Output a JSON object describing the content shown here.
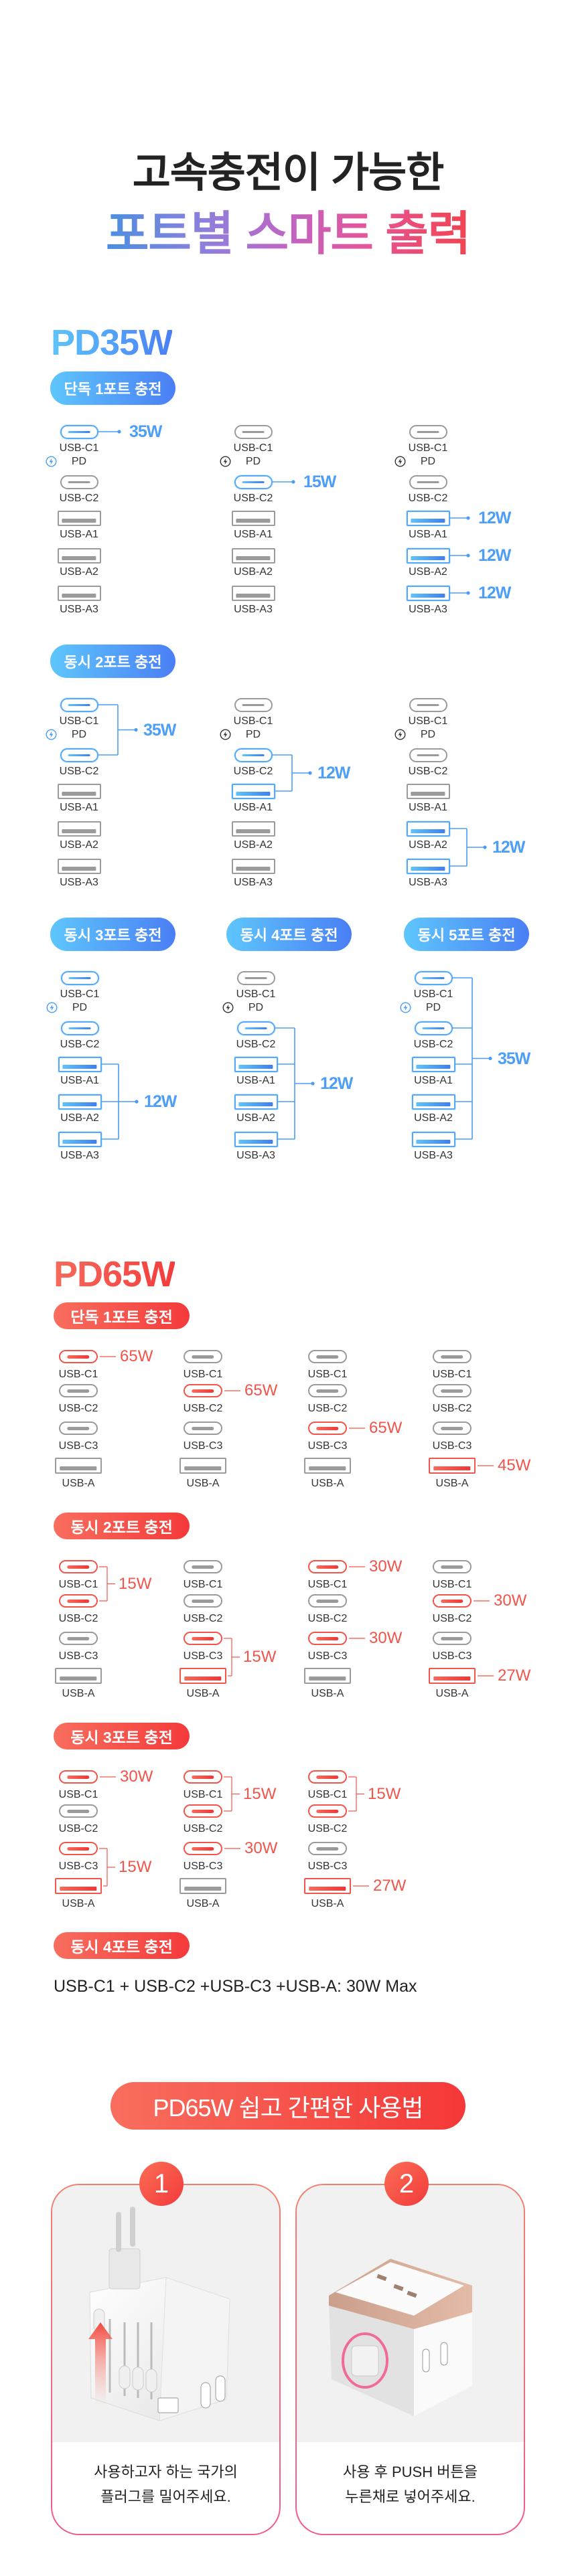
{
  "title": {
    "line1": "고속충전이 가능한",
    "line2": "포트별 스마트 출력"
  },
  "colors": {
    "blue_accent": "#4a9ef6",
    "red_accent": "#f2544a",
    "inactive": "#9a9a9a"
  },
  "pd35": {
    "heading": "PD35W",
    "pd_label": "PD",
    "port_labels": [
      "USB-C1",
      "USB-C2",
      "USB-A1",
      "USB-A2",
      "USB-A3"
    ],
    "modes": [
      {
        "badge": "단독 1포트 충전",
        "diagrams": [
          {
            "outputs": [
              {
                "ports": [
                  0
                ],
                "watt": "35W"
              }
            ]
          },
          {
            "outputs": [
              {
                "ports": [
                  1
                ],
                "watt": "15W"
              }
            ]
          },
          {
            "outputs": [
              {
                "ports": [
                  2
                ],
                "watt": "12W"
              },
              {
                "ports": [
                  3
                ],
                "watt": "12W"
              },
              {
                "ports": [
                  4
                ],
                "watt": "12W"
              }
            ]
          }
        ]
      },
      {
        "badge": "동시 2포트 충전",
        "diagrams": [
          {
            "outputs": [
              {
                "ports": [
                  0,
                  1
                ],
                "watt": "35W"
              }
            ]
          },
          {
            "outputs": [
              {
                "ports": [
                  1,
                  2
                ],
                "watt": "12W"
              }
            ]
          },
          {
            "outputs": [
              {
                "ports": [
                  3,
                  4
                ],
                "watt": "12W"
              }
            ]
          }
        ]
      },
      {
        "badge": "동시 3포트 충전",
        "diagrams": [
          {
            "outputs": [
              {
                "ports": [
                  2,
                  3,
                  4
                ],
                "watt": "12W"
              }
            ],
            "also_active": [
              0,
              1
            ]
          }
        ]
      },
      {
        "badge": "동시 4포트 충전",
        "diagrams": [
          {
            "outputs": [
              {
                "ports": [
                  1,
                  2,
                  3,
                  4
                ],
                "watt": "12W"
              }
            ]
          }
        ]
      },
      {
        "badge": "동시 5포트 충전",
        "diagrams": [
          {
            "outputs": [
              {
                "ports": [
                  0,
                  1,
                  2,
                  3,
                  4
                ],
                "watt": "35W"
              }
            ]
          }
        ]
      }
    ]
  },
  "pd65": {
    "heading": "PD65W",
    "port_labels": [
      "USB-C1",
      "USB-C2",
      "USB-C3",
      "USB-A"
    ],
    "modes": [
      {
        "badge": "단독 1포트 충전",
        "diagrams": [
          {
            "outputs": [
              {
                "ports": [
                  0
                ],
                "watt": "65W"
              }
            ]
          },
          {
            "outputs": [
              {
                "ports": [
                  1
                ],
                "watt": "65W"
              }
            ]
          },
          {
            "outputs": [
              {
                "ports": [
                  2
                ],
                "watt": "65W"
              }
            ]
          },
          {
            "outputs": [
              {
                "ports": [
                  3
                ],
                "watt": "45W"
              }
            ]
          }
        ]
      },
      {
        "badge": "동시 2포트 충전",
        "diagrams": [
          {
            "outputs": [
              {
                "ports": [
                  0,
                  1
                ],
                "watt": "15W"
              }
            ]
          },
          {
            "outputs": [
              {
                "ports": [
                  2,
                  3
                ],
                "watt": "15W"
              }
            ]
          },
          {
            "outputs": [
              {
                "ports": [
                  0
                ],
                "watt": "30W"
              },
              {
                "ports": [
                  2
                ],
                "watt": "30W"
              }
            ]
          },
          {
            "outputs": [
              {
                "ports": [
                  1
                ],
                "watt": "30W"
              },
              {
                "ports": [
                  3
                ],
                "watt": "27W"
              }
            ]
          }
        ]
      },
      {
        "badge": "동시 3포트 충전",
        "diagrams": [
          {
            "outputs": [
              {
                "ports": [
                  0
                ],
                "watt": "30W"
              },
              {
                "ports": [
                  2,
                  3
                ],
                "watt": "15W"
              }
            ]
          },
          {
            "outputs": [
              {
                "ports": [
                  0,
                  1
                ],
                "watt": "15W"
              },
              {
                "ports": [
                  2
                ],
                "watt": "30W"
              }
            ]
          },
          {
            "outputs": [
              {
                "ports": [
                  0,
                  1
                ],
                "watt": "15W"
              },
              {
                "ports": [
                  3
                ],
                "watt": "27W"
              }
            ]
          }
        ]
      },
      {
        "badge": "동시 4포트 충전",
        "text": "USB-C1 + USB-C2 +USB-C3 +USB-A: 30W Max"
      }
    ]
  },
  "usage": {
    "badge": "PD65W 쉽고 간편한 사용법",
    "steps": [
      {
        "num": "1",
        "caption": [
          "사용하고자 하는 국가의",
          "플러그를 밀어주세요."
        ]
      },
      {
        "num": "2",
        "caption": [
          "사용 후 PUSH 버튼을",
          "누른채로 넣어주세요."
        ]
      }
    ]
  }
}
